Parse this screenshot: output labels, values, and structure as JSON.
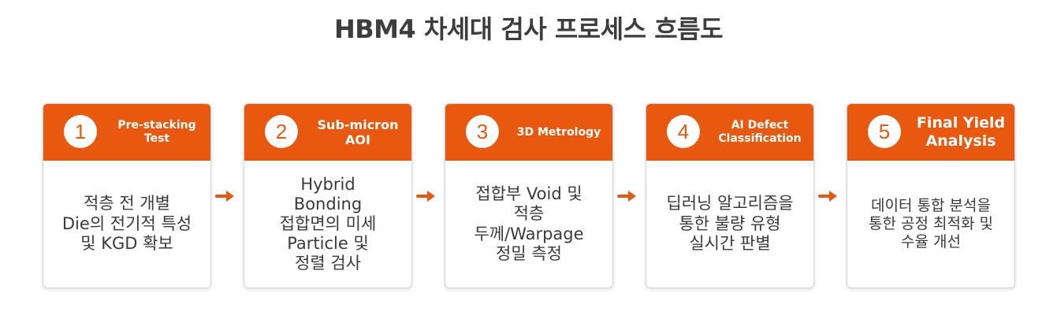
{
  "title": "HBM4 차세대 검사 프로세스 흐름도",
  "accent_color": "#e8580e",
  "steps": [
    {
      "number": "1",
      "label": "Pre-stacking\nTest",
      "description": "적층 전 개별\nDie의 전기적 특성\n및 KGD 확보"
    },
    {
      "number": "2",
      "label": "Sub-micron\nAOI",
      "description": "Hybrid\nBonding\n접합면의 미세\nParticle 및\n정렬 검사"
    },
    {
      "number": "3",
      "label": "3D Metrology",
      "description": "접합부 Void 및\n적층\n두께/Warpage\n정밀 측정"
    },
    {
      "number": "4",
      "label": "AI Defect\nClassification",
      "description": "딥러닝 알고리즘을\n통한 불량 유형\n실시간 판별"
    },
    {
      "number": "5",
      "label": "Final Yield\nAnalysis",
      "description": "데이터 통합 분석을\n통한 공정 최적화 및\n수율 개선"
    }
  ],
  "connector_icon": "arrow-right-icon"
}
